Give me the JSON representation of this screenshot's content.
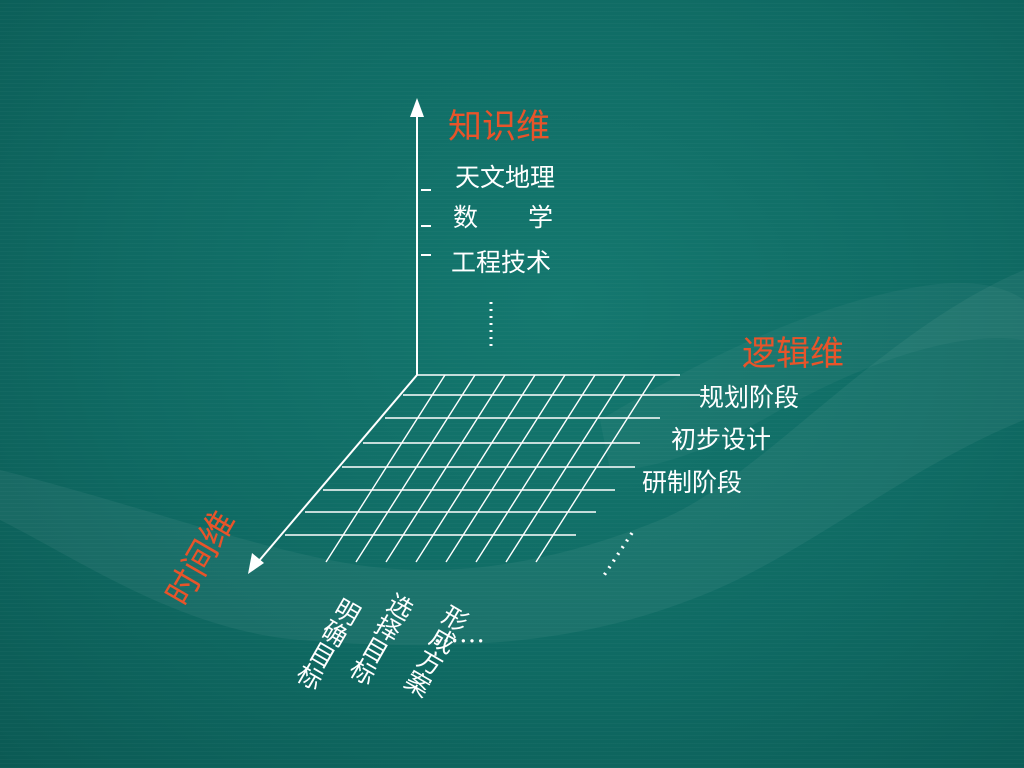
{
  "knowledge_axis": {
    "title": "知识维",
    "items": [
      "天文地理",
      "数　　学",
      "工程技术"
    ],
    "ellipsis": "……"
  },
  "logic_axis": {
    "title": "逻辑维",
    "items": [
      "规划阶段",
      "初步设计",
      "研制阶段"
    ],
    "ellipsis": "……"
  },
  "time_axis": {
    "title": "时间维",
    "items": [
      "明确目标",
      "选择目标",
      "形成方案"
    ],
    "ellipsis": "……"
  },
  "colors": {
    "background": "#0f6a63",
    "axis_title": "#e8542a",
    "lines": "#ffffff"
  }
}
